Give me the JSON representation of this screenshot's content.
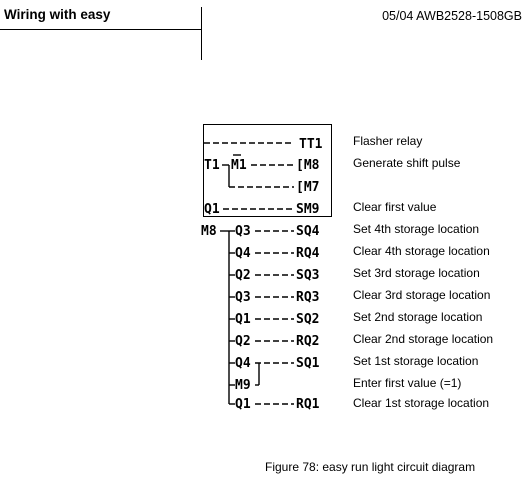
{
  "header": {
    "title": "Wiring with easy",
    "ref": "05/04 AWB2528-1508GB"
  },
  "diagram": {
    "rows": [
      {
        "text": "----------TT1",
        "desc": "Flasher relay"
      },
      {
        "text": "T1-M1----[M8",
        "desc": "Generate shift pulse"
      },
      {
        "text": "   -------[M7",
        "desc": ""
      },
      {
        "text": "Q1--------SM9",
        "desc": "Clear first value"
      },
      {
        "text": "M8-Q3----SQ4",
        "desc": "Set 4th storage location"
      },
      {
        "text": "   -Q4----RQ4",
        "desc": "Clear 4th storage location"
      },
      {
        "text": "   -Q2----SQ3",
        "desc": "Set 3rd storage location"
      },
      {
        "text": "   -Q3----RQ3",
        "desc": "Clear 3rd storage location"
      },
      {
        "text": "   -Q1----SQ2",
        "desc": "Set 2nd storage location"
      },
      {
        "text": "   -Q2----RQ2",
        "desc": "Clear 2nd storage location"
      },
      {
        "text": "   -Q4----SQ1",
        "desc": "Set 1st storage location"
      },
      {
        "text": "   -M9",
        "desc": "Enter first value (=1)"
      },
      {
        "text": "   -Q1----RQ1",
        "desc": "Clear 1st storage location"
      }
    ]
  },
  "caption": "Figure 78: easy run light circuit diagram"
}
